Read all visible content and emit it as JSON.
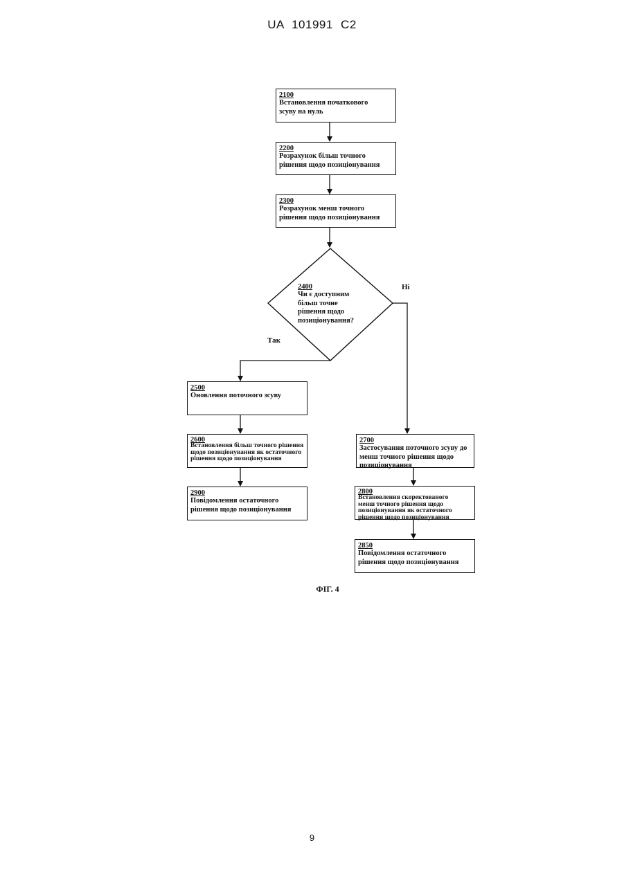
{
  "header": {
    "patent_id": "UA   101991   C2"
  },
  "figure": {
    "caption": "ФІГ. 4",
    "steps": {
      "s2100": {
        "num": "2100",
        "text": "Встановлення початкового зсуву на нуль"
      },
      "s2200": {
        "num": "2200",
        "text": "Розрахунок більш точного рішення щодо позиціонування"
      },
      "s2300": {
        "num": "2300",
        "text": "Розрахунок менш точного рішення щодо позиціонування"
      },
      "s2400": {
        "num": "2400",
        "text": "Чи є доступним більш точне рішення щодо позиціонування?"
      },
      "s2500": {
        "num": "2500",
        "text": "Оновлення поточного зсуву"
      },
      "s2600": {
        "num": "2600",
        "text": "Встановлення більш точного рішення щодо позиціонування як остаточного рішення щодо позиціонування"
      },
      "s2700": {
        "num": "2700",
        "text": "Застосування поточного зсуву до менш точного рішення щодо позиціонування"
      },
      "s2800": {
        "num": "2800",
        "text": "Встановлення скоректованого менш точного рішення щодо позиціонування як остаточного рішення щодо позиціонування"
      },
      "s2850": {
        "num": "2850",
        "text": "Повідомлення остаточного рішення щодо позиціонування"
      },
      "s2900": {
        "num": "2900",
        "text": "Повідомлення остаточного рішення щодо позиціонування"
      }
    },
    "labels": {
      "yes": "Так",
      "no": "Ні"
    }
  },
  "footer": {
    "page_number": "9"
  }
}
